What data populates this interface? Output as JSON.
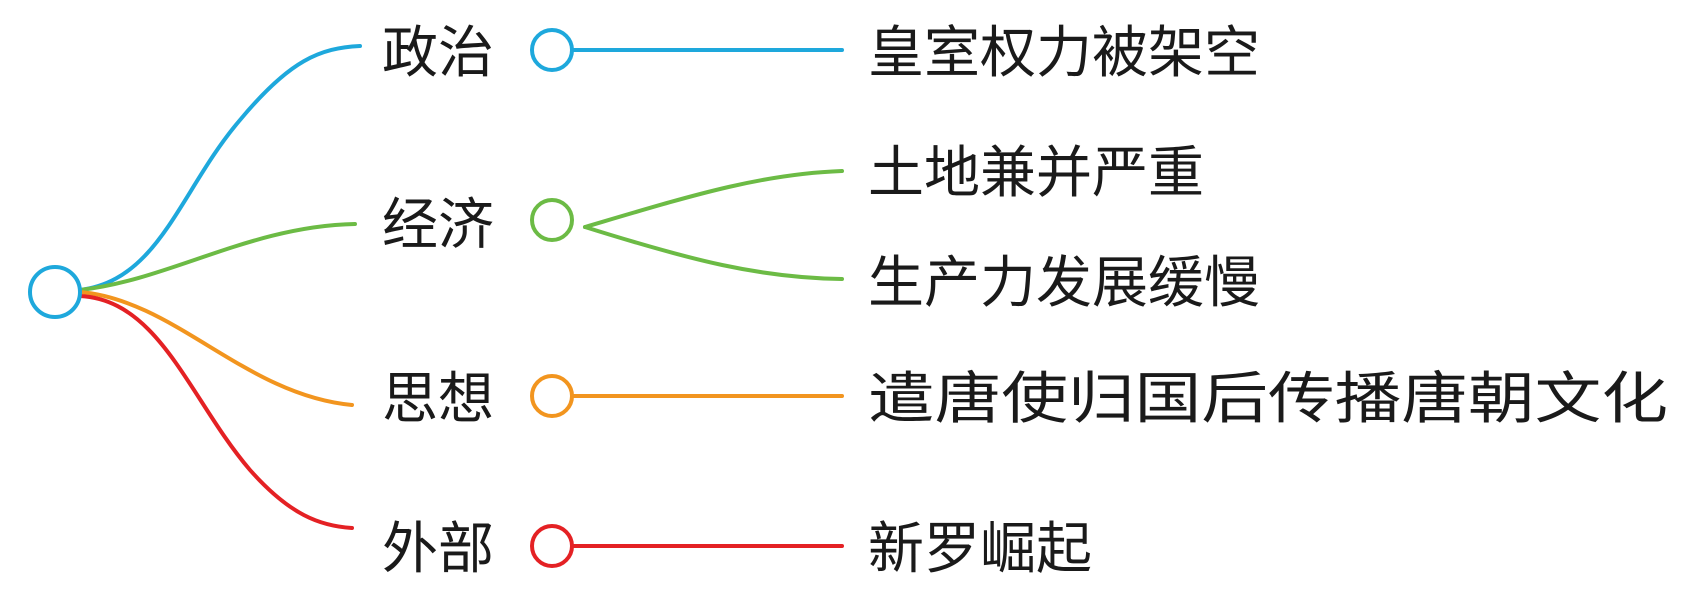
{
  "colors": {
    "root": "#1ea8dc",
    "politics": "#1ea8dc",
    "economy": "#6cbb45",
    "thought": "#f2951f",
    "external": "#e42124",
    "text": "#1a1a1a"
  },
  "branches": [
    {
      "label": "政治",
      "color_key": "politics",
      "leaves": [
        "皇室权力被架空"
      ]
    },
    {
      "label": "经济",
      "color_key": "economy",
      "leaves": [
        "土地兼并严重",
        "生产力发展缓慢"
      ]
    },
    {
      "label": "思想",
      "color_key": "thought",
      "leaves": [
        "遣唐使归国后传播唐朝文化"
      ]
    },
    {
      "label": "外部",
      "color_key": "external",
      "leaves": [
        "新罗崛起"
      ]
    }
  ]
}
